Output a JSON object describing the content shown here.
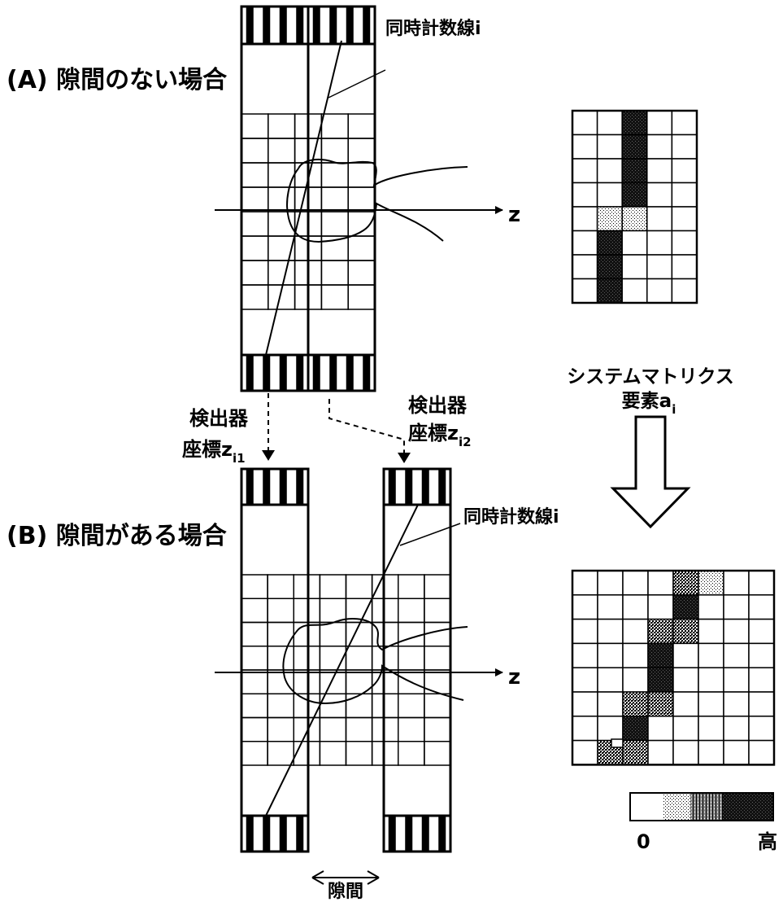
{
  "panel_a": {
    "heading": "(A) 隙間のない場合",
    "lor_label": "同時計数線i",
    "axis_label": "z"
  },
  "panel_b": {
    "heading": "(B) 隙間がある場合",
    "lor_label": "同時計数線i",
    "axis_label": "z",
    "gap_label": "隙間"
  },
  "detector_coord_1": {
    "line1": "検出器",
    "line2": "座標z",
    "subscript": "i1"
  },
  "detector_coord_2": {
    "line1": "検出器",
    "line2": "座標z",
    "subscript": "i2"
  },
  "system_matrix": {
    "line1": "システムマトリクス",
    "line2": "要素a",
    "subscript": "i"
  },
  "colorbar": {
    "min_label": "0",
    "max_label": "高"
  },
  "matrix_a": {
    "cols": 5,
    "rows": 8,
    "cells": [
      [
        0,
        0,
        3,
        0,
        0
      ],
      [
        0,
        0,
        3,
        0,
        0
      ],
      [
        0,
        0,
        3,
        0,
        0
      ],
      [
        0,
        0,
        3,
        0,
        0
      ],
      [
        0,
        1,
        1,
        0,
        0
      ],
      [
        0,
        3,
        0,
        0,
        0
      ],
      [
        0,
        3,
        0,
        0,
        0
      ],
      [
        0,
        3,
        0,
        0,
        0
      ]
    ]
  },
  "matrix_b": {
    "cols": 8,
    "rows": 8,
    "cells": [
      [
        0,
        0,
        0,
        0,
        2,
        1,
        0,
        0
      ],
      [
        0,
        0,
        0,
        0,
        3,
        0,
        0,
        0
      ],
      [
        0,
        0,
        0,
        2,
        2,
        0,
        0,
        0
      ],
      [
        0,
        0,
        0,
        3,
        0,
        0,
        0,
        0
      ],
      [
        0,
        0,
        0,
        3,
        0,
        0,
        0,
        0
      ],
      [
        0,
        0,
        2,
        2,
        0,
        0,
        0,
        0
      ],
      [
        0,
        0,
        3,
        0,
        0,
        0,
        0,
        0
      ],
      [
        0,
        2,
        2,
        0,
        0,
        0,
        0,
        0
      ]
    ]
  },
  "colors": {
    "ink": "#000000",
    "paper": "#ffffff"
  }
}
